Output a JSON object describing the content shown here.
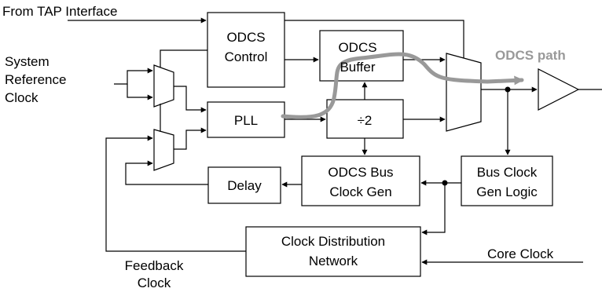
{
  "labels": {
    "tap_interface": "From TAP Interface",
    "system_ref_line1": "System",
    "system_ref_line2": "Reference",
    "system_ref_line3": "Clock",
    "feedback_line1": "Feedback",
    "feedback_line2": "Clock",
    "core_clock": "Core Clock",
    "odcs_path": "ODCS path"
  },
  "blocks": {
    "odcs_control_line1": "ODCS",
    "odcs_control_line2": "Control",
    "odcs_buffer_line1": "ODCS",
    "odcs_buffer_line2": "Buffer",
    "pll": "PLL",
    "divider": "÷2",
    "delay": "Delay",
    "odcs_bus_clock_gen_line1": "ODCS Bus",
    "odcs_bus_clock_gen_line2": "Clock Gen",
    "bus_clock_gen_logic_line1": "Bus Clock",
    "bus_clock_gen_logic_line2": "Gen Logic",
    "clock_distribution_line1": "Clock Distribution",
    "clock_distribution_line2": "Network"
  },
  "colors": {
    "odcs_path": "#999999",
    "lines": "#000000"
  }
}
